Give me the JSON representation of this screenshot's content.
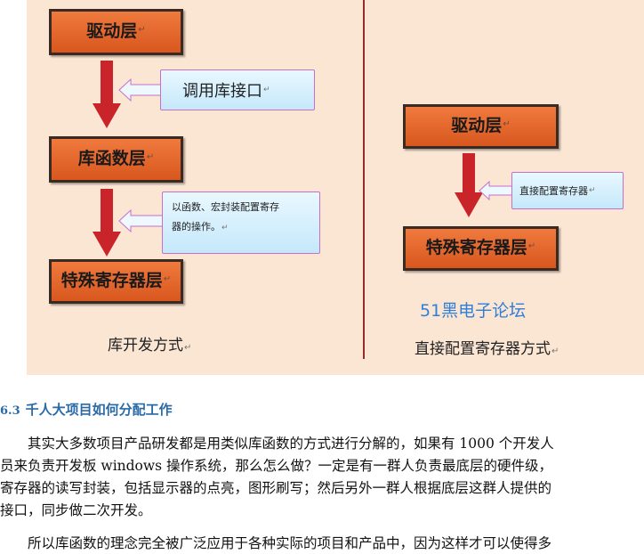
{
  "figure": {
    "left": {
      "box1": "驱动层",
      "box2": "库函数层",
      "box3": "特殊寄存器层",
      "note1": "调用库接口",
      "note2_line1": "以函数、宏封装配置寄存",
      "note2_line2": "器的操作。",
      "caption": "库开发方式"
    },
    "right": {
      "box1": "驱动层",
      "box2": "特殊寄存器层",
      "note1": "直接配置寄存器",
      "caption": "直接配置寄存器方式"
    },
    "watermark": "51黑电子论坛",
    "para_mark": "↵",
    "colors": {
      "box_fill": "#e8662b",
      "arrow": "#c8242a",
      "note_fill": "#d6effb",
      "background": "#fbe6d4"
    }
  },
  "section": {
    "number": "6.3",
    "title": "千人大项目如何分配工作",
    "paragraph1": [
      "　　其实大多数项目产品研发都是用类似库函数的方式进行分解的，如果有 1000 个开发人",
      "员来负责开发板 windows 操作系统，那么怎么做？一定是有一群人负责最底层的硬件级，",
      "寄存器的读写封装，包括显示器的点亮，图形刷写；然后另外一群人根据底层这群人提供的",
      "接口，同步做二次开发。"
    ],
    "paragraph2_partial": "　　所以库函数的理念完全被广泛应用于各种实际的项目和产品中，因为这样才可以使得多"
  }
}
